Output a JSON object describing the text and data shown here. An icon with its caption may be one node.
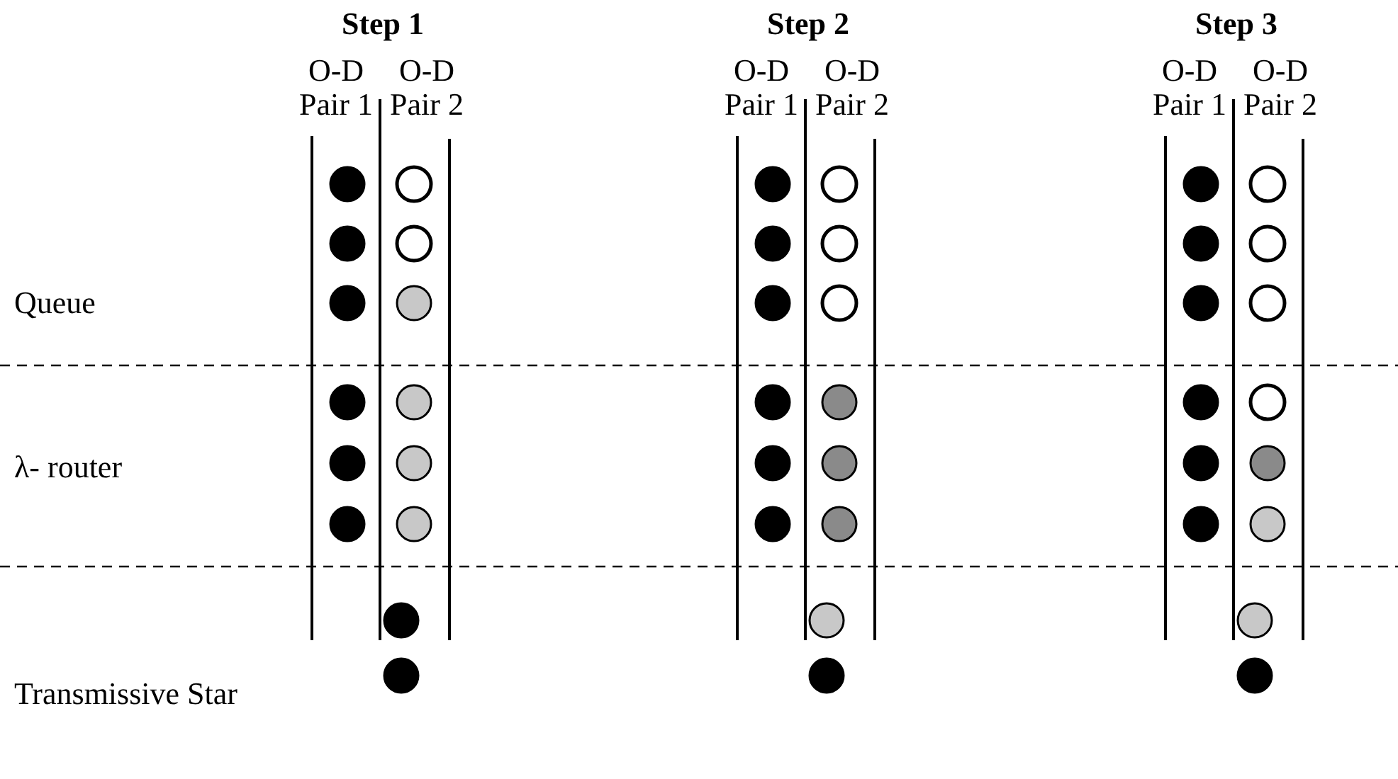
{
  "diagram": {
    "labels": [
      "Step 1",
      "Step 2",
      "Step 3",
      "O-D Pair 1",
      "O-D Pair 2",
      "O-D Pair 1",
      "O-D Pair 2",
      "O-D Pair 1",
      "O-D Pair 2",
      "Queue",
      "λ- router",
      "Transmissive Star"
    ]
  }
}
